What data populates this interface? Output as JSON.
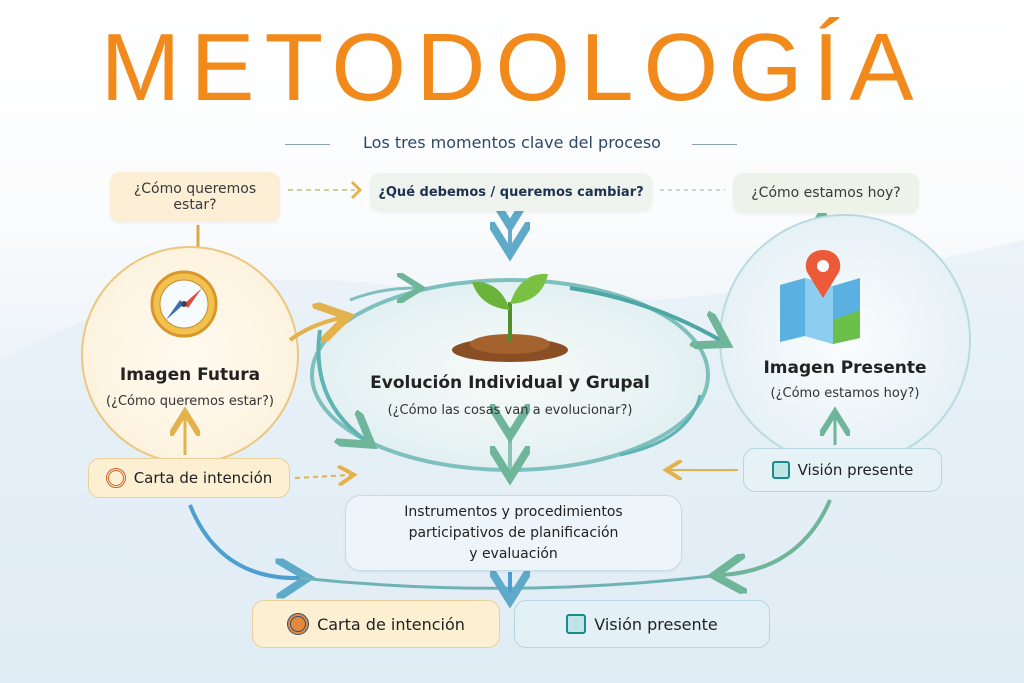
{
  "title": "METODOLOGÍA",
  "subtitle": "Los tres momentos clave del proceso",
  "top_boxes": {
    "future_question": "¿Cómo queremos estar?",
    "change_question": "¿Qué debemos / queremos cambiar?",
    "present_question": "¿Cómo estamos hoy?"
  },
  "future": {
    "title": "Imagen Futura",
    "subtitle": "(¿Cómo queremos estar?)"
  },
  "evolution": {
    "title": "Evolución Individual y Grupal",
    "subtitle": "(¿Cómo las cosas van a evolucionar?)"
  },
  "present": {
    "title": "Imagen Presente",
    "subtitle": "(¿Cómo estamos hoy?)"
  },
  "side_pills": {
    "left": "Carta de intención",
    "right": "Visión presente"
  },
  "instruments": {
    "line1": "Instrumentos y procedimientos",
    "line2": "participativos de planificación",
    "line3": "y evaluación"
  },
  "bottom_pills": {
    "left": "Carta de intención",
    "right": "Visión presente"
  },
  "colors": {
    "title": "#f28a1b",
    "gold": "#e9b650",
    "teal": "#5fb3b0",
    "blue": "#4d9fd1"
  }
}
